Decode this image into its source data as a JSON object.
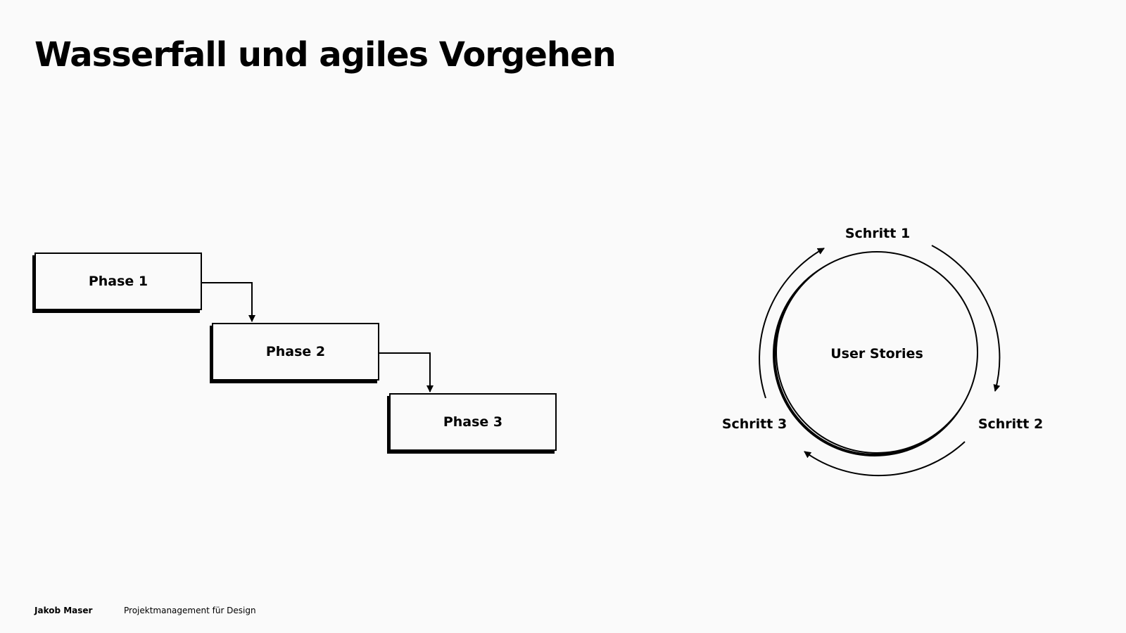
{
  "title": "Wasserfall und agiles Vorgehen",
  "waterfall": {
    "phases": [
      "Phase 1",
      "Phase 2",
      "Phase 3"
    ]
  },
  "agile": {
    "center": "User Stories",
    "steps": [
      "Schritt 1",
      "Schritt 2",
      "Schritt 3"
    ]
  },
  "footer": {
    "author": "Jakob Maser",
    "course": "Projektmanagement für Design"
  }
}
